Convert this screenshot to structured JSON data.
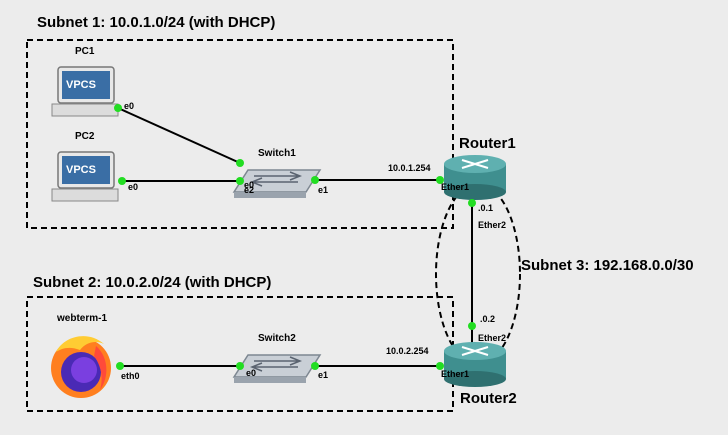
{
  "subnets": {
    "subnet1": "Subnet 1:  10.0.1.0/24  (with DHCP)",
    "subnet2": "Subnet 2:  10.0.2.0/24  (with DHCP)",
    "subnet3": "Subnet 3:  192.168.0.0/30"
  },
  "nodes": {
    "pc1": "PC1",
    "pc2": "PC2",
    "vpcs_label": "VPCS",
    "switch1": "Switch1",
    "switch2": "Switch2",
    "router1": "Router1",
    "router2": "Router2",
    "webterm": "webterm-1"
  },
  "ports": {
    "pc1_e0": "e0",
    "pc2_e0": "e0",
    "sw1_e0": "e0",
    "sw1_e2": "e2",
    "sw1_e1": "e1",
    "r1_ether1": "Ether1",
    "r1_ether2": "Ether2",
    "r2_ether2": "Ether2",
    "r2_ether1": "Ether1",
    "web_eth0": "eth0",
    "sw2_e0": "e0",
    "sw2_e1": "e1"
  },
  "addresses": {
    "r1_ether1_ip": "10.0.1.254",
    "r2_ether1_ip": "10.0.2.254",
    "r1_ether2_ip": ".0.1",
    "r2_ether2_ip": ".0.2"
  },
  "colors": {
    "link_dot": "#22dd22",
    "router": "#3f8f8f",
    "switch": "#c9cfd6",
    "boundary": "#000000"
  }
}
